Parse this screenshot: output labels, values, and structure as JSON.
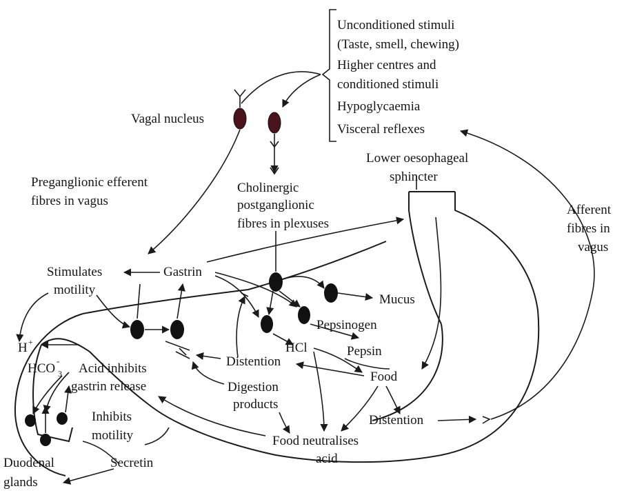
{
  "stimuli": {
    "items": [
      "Unconditioned stimuli",
      "(Taste, smell, chewing)",
      "Higher centres and",
      "conditioned stimuli",
      "Hypoglycaemia",
      "Visceral reflexes"
    ]
  },
  "labels": {
    "vagal_nucleus": "Vagal nucleus",
    "lower_sphincter": [
      "Lower oesophageal",
      "sphincter"
    ],
    "preganglionic": [
      "Preganglionic efferent",
      "fibres in vagus"
    ],
    "cholinergic": [
      "Cholinergic",
      "postganglionic",
      "fibres in plexuses"
    ],
    "afferent": [
      "Afferent",
      "fibres in",
      "vagus"
    ],
    "stimulates_motility": [
      "Stimulates",
      "motility"
    ],
    "gastrin": "Gastrin",
    "mucus": "Mucus",
    "pepsinogen": "Pepsinogen",
    "pepsin": "Pepsin",
    "hcl": "HCl",
    "h_ion": "H",
    "h_charge": "+",
    "hco": "HCO",
    "hco_charge": "-",
    "hco_sub": "3",
    "acid_inhibits": [
      "Acid inhibits",
      "gastrin release"
    ],
    "distention_1": "Distention",
    "food": "Food",
    "digestion_products": [
      "Digestion",
      "products"
    ],
    "inhibits_motility": [
      "Inhibits",
      "motility"
    ],
    "distention_2": "Distention",
    "food_neutralises": [
      "Food neutralises",
      "acid"
    ],
    "duodenal_glands": [
      "Duodenal",
      "glands"
    ],
    "secretin": "Secretin"
  }
}
